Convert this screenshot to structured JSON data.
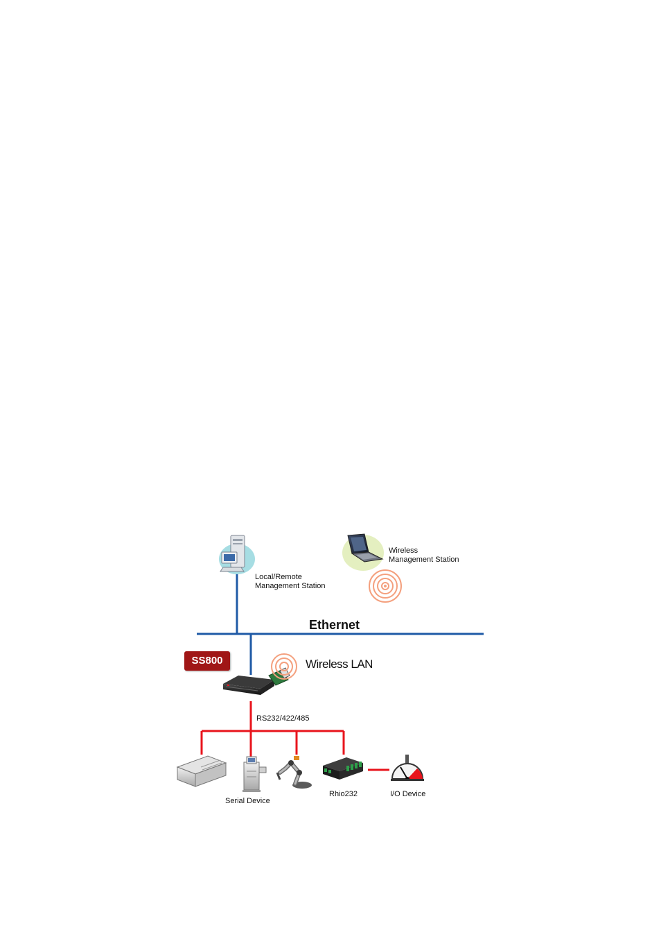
{
  "colors": {
    "ethernet_line": "#1f5aa6",
    "serial_line": "#e8141c",
    "badge_bg": "#a01616",
    "pc_halo": "#a6dde3",
    "laptop_halo": "#e4efc0",
    "wireless_rings": "#f4a07e"
  },
  "nodes": {
    "local_station": {
      "line1": "Local/Remote",
      "line2": "Management Station",
      "icon": "desktop-pc-icon"
    },
    "wireless_station": {
      "line1": "Wireless",
      "line2": "Management Station",
      "icon": "laptop-icon"
    },
    "ethernet": {
      "label": "Ethernet"
    },
    "ss800": {
      "label": "SS800",
      "icon": "serial-server-icon"
    },
    "wireless_lan": {
      "label": "Wireless LAN",
      "icon": "wireless-signal-icon"
    },
    "serial_bus": {
      "label": "RS232/422/485"
    },
    "serial_device": {
      "label": "Serial Device"
    },
    "rhio": {
      "label": "Rhio232",
      "icon": "rhio-module-icon"
    },
    "io_device": {
      "label": "I/O Device",
      "icon": "gauge-icon"
    }
  }
}
